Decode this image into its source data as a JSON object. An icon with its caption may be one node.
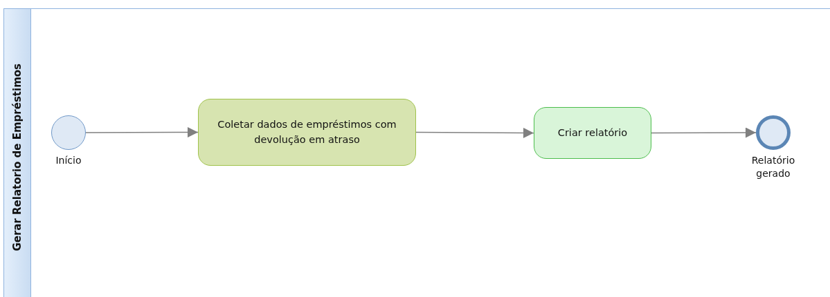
{
  "diagram": {
    "nodes": [
      {
        "text": [
          "Gerar Relatorio de Empréstimos"
        ]
      },
      {
        "text": [
          "Início"
        ],
        "in": 0
      },
      {
        "text": [
          "Coletar dados de empréstimos com devolução em atraso"
        ],
        "in": 0
      },
      {
        "text": [
          "Criar relatório"
        ],
        "in": 0
      },
      {
        "text": [
          "Relatório gerado"
        ],
        "in": 0
      }
    ],
    "edges": [
      {
        "from": 1,
        "to": 2,
        "arrow": "to"
      },
      {
        "from": 2,
        "to": 3,
        "arrow": "to"
      },
      {
        "from": 3,
        "to": 4,
        "arrow": "to"
      }
    ]
  }
}
